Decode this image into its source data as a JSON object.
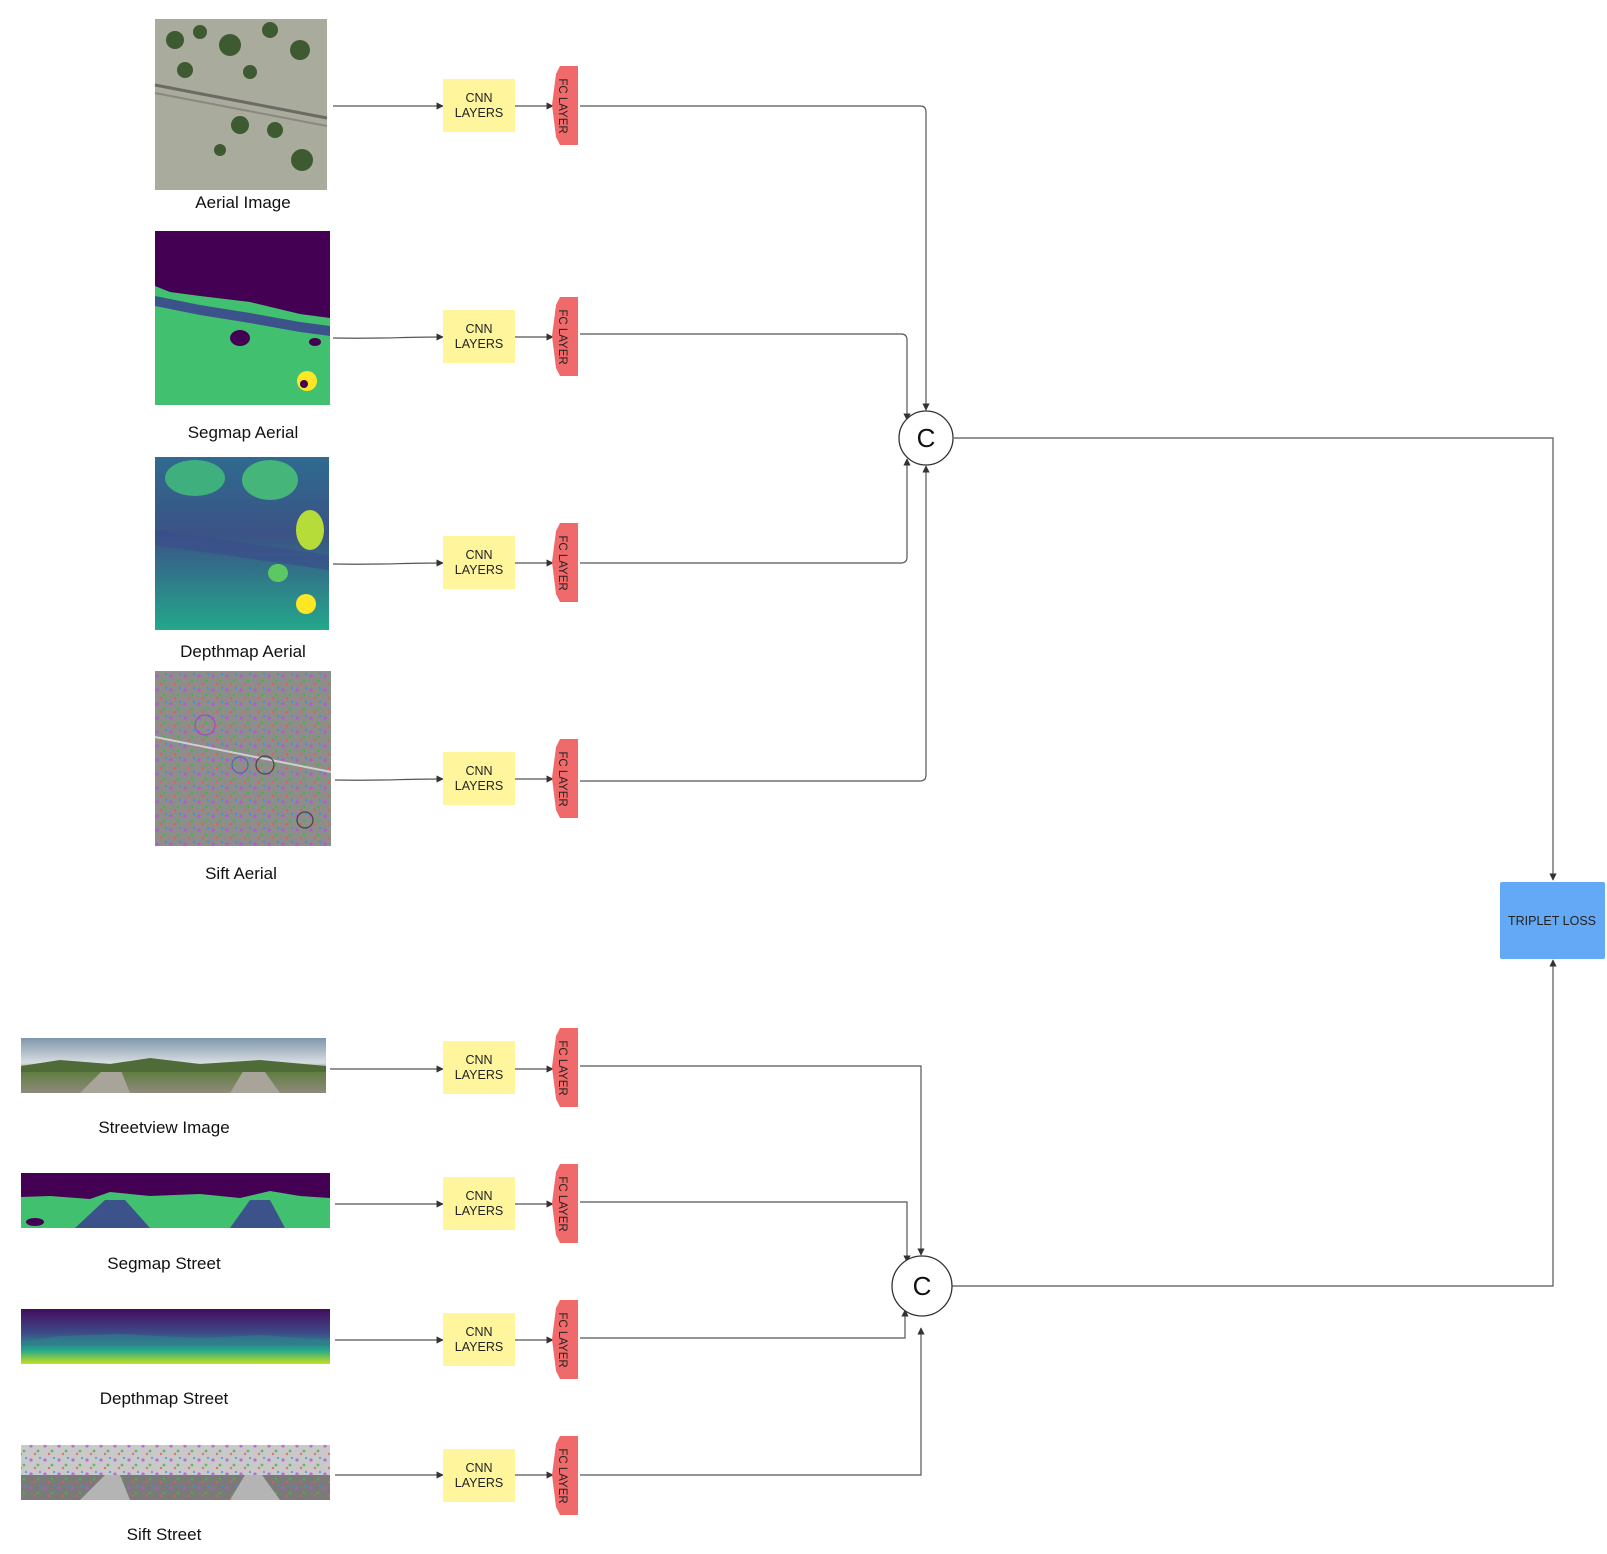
{
  "aerial_branch": {
    "inputs": [
      {
        "label": "Aerial Image",
        "kind": "aerial-photo"
      },
      {
        "label": "Segmap Aerial",
        "kind": "aerial-segmap"
      },
      {
        "label": "Depthmap Aerial",
        "kind": "aerial-depth"
      },
      {
        "label": "Sift Aerial",
        "kind": "aerial-sift"
      }
    ]
  },
  "street_branch": {
    "inputs": [
      {
        "label": "Streetview Image",
        "kind": "street-photo"
      },
      {
        "label": "Segmap Street",
        "kind": "street-segmap"
      },
      {
        "label": "Depthmap Street",
        "kind": "street-depth"
      },
      {
        "label": "Sift Street",
        "kind": "street-sift"
      }
    ]
  },
  "blocks": {
    "cnn_line1": "CNN",
    "cnn_line2": "LAYERS",
    "fc_label": "FC LAYER",
    "concat_label": "C",
    "loss_label": "TRIPLET LOSS"
  },
  "colors": {
    "cnn_fill": "#FFF59D",
    "fc_fill": "#F0696B",
    "loss_fill": "#64A9F5",
    "wire": "#555555"
  }
}
